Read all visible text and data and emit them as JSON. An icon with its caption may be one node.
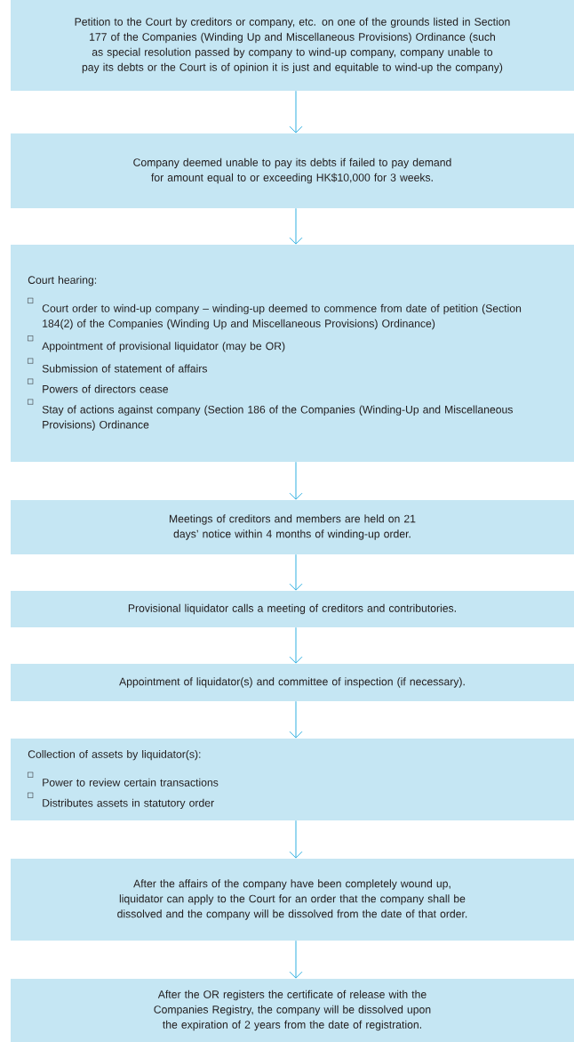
{
  "diagram": {
    "nodes": [
      {
        "text": [
          "Petition to the Court by creditors or company, etc. on one of the grounds listed in Section 177 of the Companies (Winding Up and Miscellaneous Provisions) Ordinance (such as special resolution passed by company to wind-up company, company unable to pay its debts or the Court is of opinion it is just and equitable to wind-up the company)"
        ]
      },
      {
        "text": [
          "Company deemed unable to pay its debts if failed to pay demand for amount equal to or exceeding HK$10,000 for 3 weeks."
        ]
      },
      {
        "text": [
          "Court hearing:",
          "Court order to wind-up company – winding-up deemed to commence from date of petition (Section 184(2) of the Companies (Winding Up and Miscellaneous Provisions) Ordinance)",
          "Appointment of provisional liquidator (may be OR)",
          "Submission of statement of affairs",
          "Powers of directors cease",
          "Stay of actions against company (Section 186 of the Companies (Winding-Up and Miscellaneous Provisions) Ordinance"
        ]
      },
      {
        "text": [
          "Meetings of creditors and members are held on 21 days’ notice within 4 months of winding-up order."
        ]
      },
      {
        "text": [
          "Provisional liquidator calls a meeting of creditors and contributories."
        ]
      },
      {
        "text": [
          "Appointment of liquidator(s) and committee of inspection (if necessary)."
        ]
      },
      {
        "text": [
          "Collection of assets by liquidator(s):",
          "Power to review certain transactions",
          "Distributes assets in statutory order"
        ]
      },
      {
        "text": [
          "After the affairs of the company have been completely wound up, liquidator can apply to the Court for an order that the company shall be dissolved and the company will be dissolved from the date of that order."
        ]
      },
      {
        "text": [
          "After the OR registers the certificate of release with the Companies Registry, the company will be dissolved upon the expiration of 2 years from the date of registration."
        ]
      }
    ],
    "edges": [
      {
        "from": 0,
        "to": 1,
        "arrow": "to"
      },
      {
        "from": 1,
        "to": 2,
        "arrow": "to"
      },
      {
        "from": 2,
        "to": 3,
        "arrow": "to"
      },
      {
        "from": 3,
        "to": 4,
        "arrow": "to"
      },
      {
        "from": 4,
        "to": 5,
        "arrow": "to"
      },
      {
        "from": 5,
        "to": 6,
        "arrow": "to"
      },
      {
        "from": 6,
        "to": 7,
        "arrow": "to"
      },
      {
        "from": 7,
        "to": 8,
        "arrow": "to"
      }
    ]
  }
}
